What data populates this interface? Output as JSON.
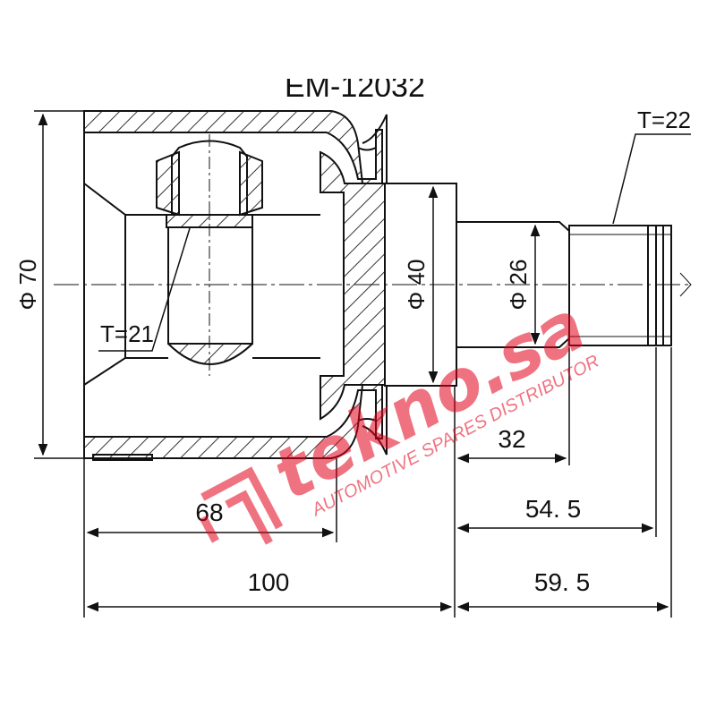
{
  "drawing": {
    "header_text": "EM-12032",
    "line_color": "#111111",
    "hatch_color": "#333333"
  },
  "labels": {
    "thread_left": "T=21",
    "thread_right": "T=22",
    "dia_70": "Φ 70",
    "dia_40": "Φ 40",
    "dia_26": "Φ 26",
    "len_68": "68",
    "len_100": "100",
    "len_32": "32",
    "len_54_5": "54. 5",
    "len_59_5": "59. 5"
  },
  "watermark": {
    "brand": "tekno.sa",
    "tagline": "AUTOMOTIVE SPARES DISTRIBUTOR",
    "color": "#e2001a",
    "logo_icon": "tekno-logo-mark-icon"
  }
}
